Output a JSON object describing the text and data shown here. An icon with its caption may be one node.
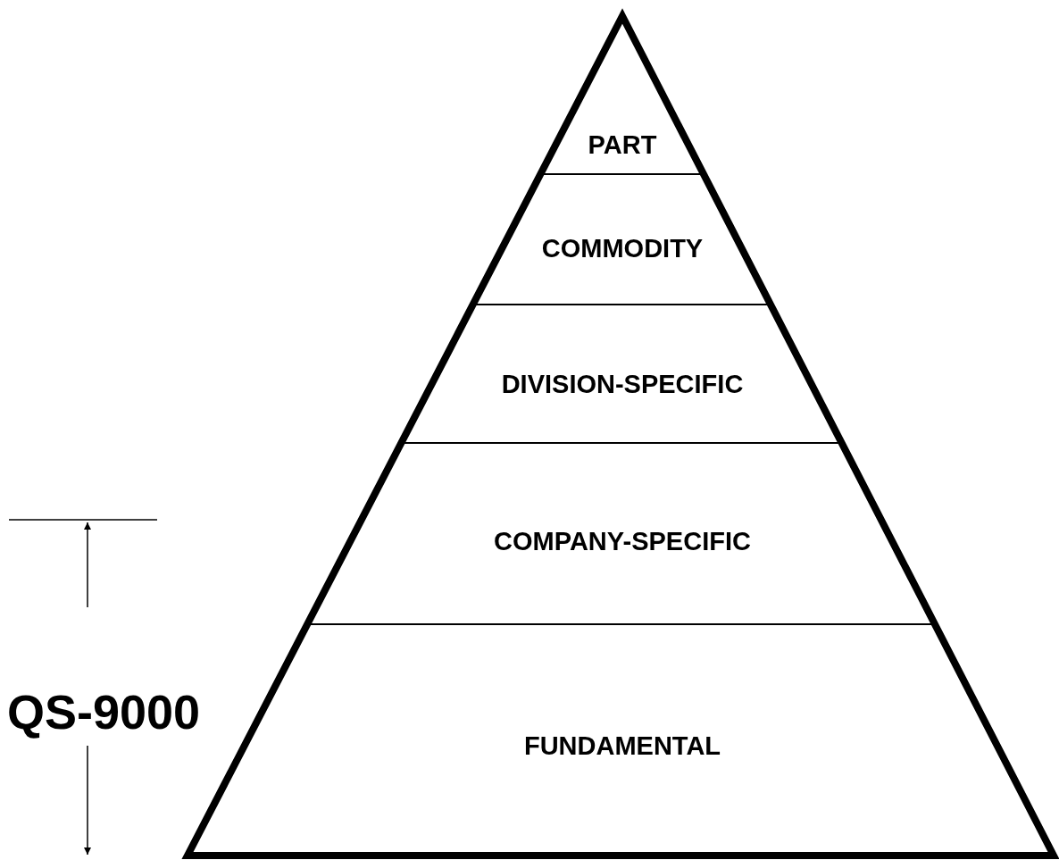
{
  "diagram": {
    "nodes": [
      {
        "text": [
          "PART"
        ]
      },
      {
        "text": [
          "COMMODITY"
        ]
      },
      {
        "text": [
          "DIVISION-SPECIFIC"
        ]
      },
      {
        "text": [
          "COMPANY-SPECIFIC"
        ]
      },
      {
        "text": [
          "FUNDAMENTAL"
        ]
      }
    ],
    "labels": [
      "QS-9000"
    ]
  }
}
